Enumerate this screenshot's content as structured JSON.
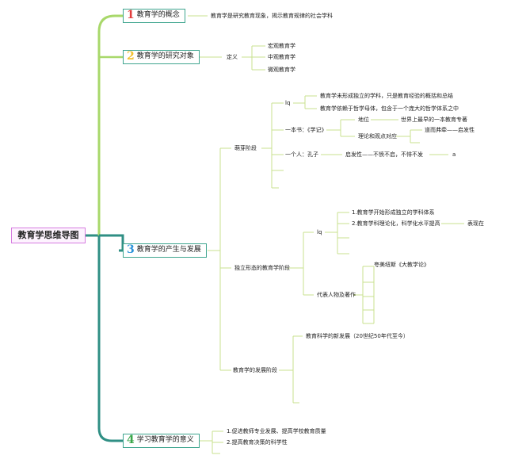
{
  "root": "教育学思维导图",
  "sections": [
    {
      "num": "1",
      "title": "教育学的概念",
      "definition": "教育学是研究教育现象，揭示教育规律的社会学科"
    },
    {
      "num": "2",
      "title": "教育学的研究对象",
      "label": "定义",
      "items": [
        "宏观教育学",
        "中观教育学",
        "微观教育学"
      ]
    },
    {
      "num": "3",
      "title": "教育学的产生与发展",
      "stage1": {
        "label": "萌芽阶段",
        "a": {
          "label": "lq",
          "items": [
            "教育学未形成独立的学科，只是教育经验的概括和总结",
            "教育学依赖于哲学母体，包含于一个庞大的哲学体系之中"
          ]
        },
        "book": {
          "label": "一本书：《学记》",
          "position_label": "地位",
          "position_value": "世界上最早的一本教育专著",
          "theory_label": "理论和观点对应",
          "theory_items": [
            "道而弗牵——启发性"
          ]
        },
        "person": {
          "label": "一个人：孔子",
          "item": "启发性——不愤不启，不悱不发",
          "mark": "a"
        }
      },
      "stage2": {
        "label": "独立形态的教育学阶段",
        "a": {
          "label": "lq",
          "items": [
            "1.教育学开始形成独立的学科体系",
            "2.教育学科理论化，科学化水平提高"
          ],
          "extra": "表现在"
        },
        "people": {
          "label": "代表人物及著作",
          "items": [
            "夸美纽斯《大教学论》"
          ]
        }
      },
      "stage3": {
        "label": "教育学的发展阶段",
        "item": "教育科学的新发展（20世纪50年代至今）"
      }
    },
    {
      "num": "4",
      "title": "学习教育学的意义",
      "items": [
        "1.促进教师专业发展、提高学校教育质量",
        "2.提高教育决策的科学性"
      ]
    }
  ],
  "colors": {
    "main_branch": "#3fa58f",
    "branch_1": "#a8d86a",
    "root_border": "#d67be0",
    "sub_line": "#c9e28f"
  }
}
